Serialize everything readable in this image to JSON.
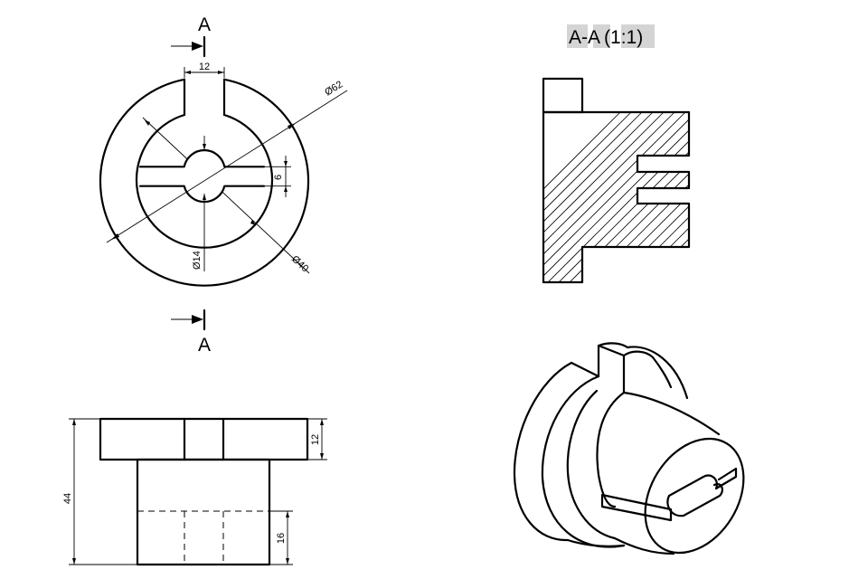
{
  "section_labels": {
    "top_marker": "A",
    "bottom_marker": "A"
  },
  "section_title": {
    "name": "A-A",
    "scale_open": "(",
    "scale": "1:1",
    "scale_close": ")"
  },
  "dimensions": {
    "slot_width": "12",
    "outer_diameter": "Ø62",
    "inner_diameter": "Ø40",
    "bore_diameter": "Ø14",
    "slot_height": "6",
    "total_height": "44",
    "flange_height": "12",
    "lower_height": "16"
  }
}
